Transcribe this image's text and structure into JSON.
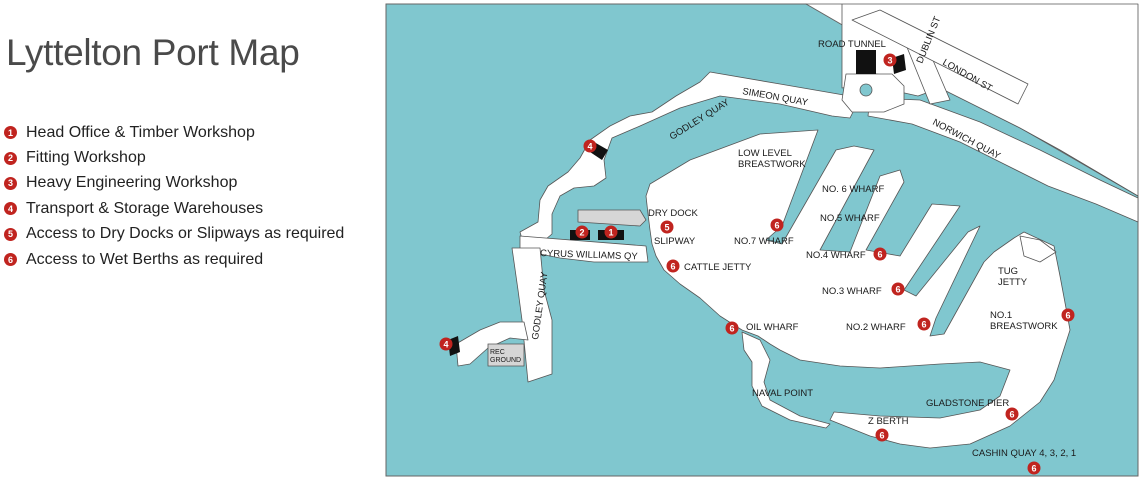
{
  "title": "Lyttelton Port Map",
  "legend": [
    {
      "num": "1",
      "label": "Head Office & Timber Workshop"
    },
    {
      "num": "2",
      "label": "Fitting Workshop"
    },
    {
      "num": "3",
      "label": "Heavy Engineering Workshop"
    },
    {
      "num": "4",
      "label": "Transport & Storage Warehouses"
    },
    {
      "num": "5",
      "label": "Access to Dry Docks or Slipways as required"
    },
    {
      "num": "6",
      "label": "Access to Wet Berths as required"
    }
  ],
  "colors": {
    "water": "#80c7cf",
    "land": "#ffffff",
    "outline": "#555555",
    "marker": "#c0241f",
    "building": "#111111",
    "rec_ground": "#d6d6d6"
  },
  "labels": {
    "road_tunnel": "ROAD TUNNEL",
    "dublin_st": "DUBLIN ST",
    "london_st": "LONDON ST",
    "norwich_quay": "NORWICH QUAY",
    "simeon_quay": "SIMEON QUAY",
    "godley_quay_top": "GODLEY QUAY",
    "godley_quay_bottom": "GODLEY QUAY",
    "cyrus_williams_qy": "CYRUS WILLIAMS QY",
    "rec_ground_1": "REC",
    "rec_ground_2": "GROUND",
    "low_level_1": "LOW LEVEL",
    "low_level_2": "BREASTWORK",
    "dry_dock": "DRY DOCK",
    "slipway": "SLIPWAY",
    "cattle_jetty": "CATTLE JETTY",
    "oil_wharf": "OIL WHARF",
    "naval_point": "NAVAL POINT",
    "no7_wharf": "NO.7 WHARF",
    "no6_wharf": "NO. 6 WHARF",
    "no5_wharf": "NO.5 WHARF",
    "no4_wharf": "NO.4 WHARF",
    "no3_wharf": "NO.3 WHARF",
    "no2_wharf": "NO.2 WHARF",
    "tug_1": "TUG",
    "tug_2": "JETTY",
    "no1_1": "NO.1",
    "no1_2": "BREASTWORK",
    "gladstone_pier": "GLADSTONE PIER",
    "z_berth": "Z BERTH",
    "cashin_quay": "CASHIN QUAY 4, 3, 2, 1"
  },
  "markers": {
    "m3": "3",
    "m4a": "4",
    "m4b": "4",
    "m2": "2",
    "m1": "1",
    "m5": "5",
    "m6_cattle": "6",
    "m6_oil": "6",
    "m6_no7": "6",
    "m6_no4": "6",
    "m6_no3": "6",
    "m6_no2": "6",
    "m6_no1": "6",
    "m6_gladstone": "6",
    "m6_zberth": "6",
    "m6_cashin": "6"
  }
}
